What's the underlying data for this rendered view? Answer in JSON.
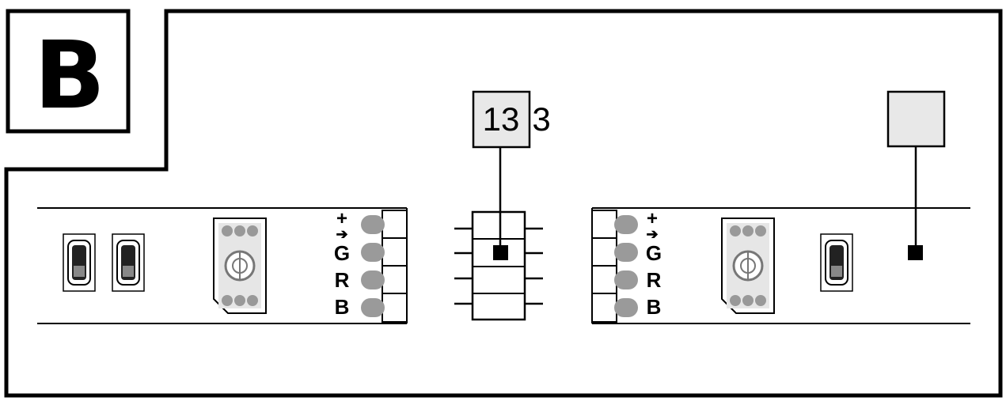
{
  "panel": {
    "letter": "B"
  },
  "callouts": {
    "connector_ref": "13",
    "connector_ref_suffix": "3",
    "strip_end_ref": ""
  },
  "strip_left": {
    "pins": [
      "+",
      "➔",
      "G",
      "R",
      "B"
    ]
  },
  "strip_right": {
    "pins": [
      "+",
      "➔",
      "G",
      "R",
      "B"
    ]
  },
  "colors": {
    "outline": "#000000",
    "callout_fill": "#e8e8e8",
    "pad_fill": "#9a9a9a",
    "led_fill": "#d8d8d8",
    "resistor_fill": "#222222"
  }
}
